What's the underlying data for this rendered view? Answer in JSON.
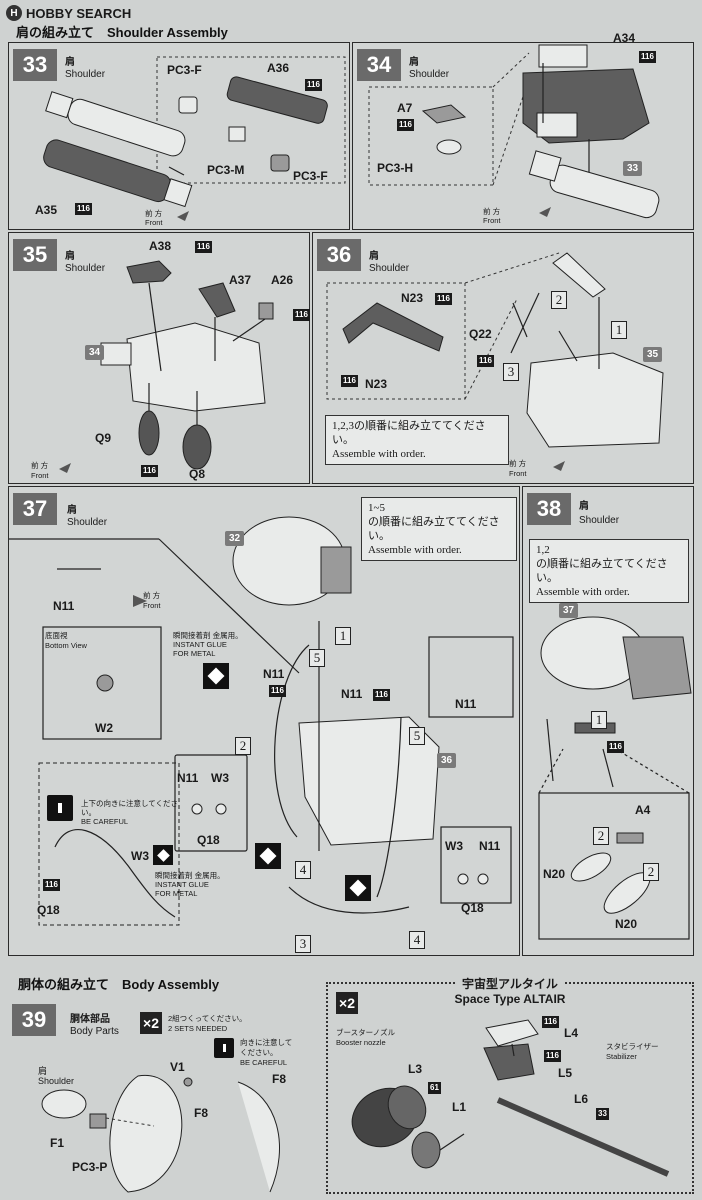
{
  "site": {
    "logo": "HOBBY SEARCH"
  },
  "sections": {
    "shoulder_title": "肩の組み立て　Shoulder Assembly",
    "body_title": "胴体の組み立て　Body Assembly"
  },
  "steps": {
    "s33": {
      "num": "33",
      "jp": "肩",
      "en": "Shoulder",
      "labels": {
        "pc3f_a": "PC3-F",
        "a36": "A36",
        "pc3m": "PC3-M",
        "pc3f_b": "PC3-F",
        "a35": "A35"
      },
      "front_jp": "前 方",
      "front_en": "Front"
    },
    "s34": {
      "num": "34",
      "jp": "肩",
      "en": "Shoulder",
      "labels": {
        "a7": "A7",
        "pc3h": "PC3-H",
        "a34": "A34",
        "c33": "33"
      },
      "front_jp": "前 方",
      "front_en": "Front"
    },
    "s35": {
      "num": "35",
      "jp": "肩",
      "en": "Shoulder",
      "labels": {
        "a38": "A38",
        "a37": "A37",
        "a26": "A26",
        "c34": "34",
        "q9": "Q9",
        "q8": "Q8"
      },
      "front_jp": "前 方",
      "front_en": "Front"
    },
    "s36": {
      "num": "36",
      "jp": "肩",
      "en": "Shoulder",
      "labels": {
        "n23a": "N23",
        "n23b": "N23",
        "q22": "Q22",
        "c35": "35",
        "o1": "1",
        "o2": "2",
        "o3": "3"
      },
      "note_jp": "1,2,3の順番に組み立ててください。",
      "note_en": "Assemble with order.",
      "front_jp": "前 方",
      "front_en": "Front"
    },
    "s37": {
      "num": "37",
      "jp": "肩",
      "en": "Shoulder",
      "note_jp1": "1~5",
      "note_jp2": "の順番に組み立ててください。",
      "note_en": "Assemble with order.",
      "labels": {
        "c32": "32",
        "n11a": "N11",
        "front_jp": "前 方",
        "front_en": "Front",
        "bottom_jp": "底面視",
        "bottom_en": "Bottom View",
        "w2": "W2",
        "glue_jp": "瞬間接着剤 金属用。",
        "glue_en1": "INSTANT GLUE",
        "glue_en2": "FOR METAL",
        "n11b": "N11",
        "n11c": "N11",
        "n11d": "N11",
        "c36": "36",
        "n11e": "N11",
        "w3a": "W3",
        "q18a": "Q18",
        "careful_jp": "上下の向きに注意してください。",
        "careful_en": "BE CAREFUL",
        "w3b": "W3",
        "q18b": "Q18",
        "glue2_jp": "瞬間接着剤 金属用。",
        "glue2_en1": "INSTANT GLUE",
        "glue2_en2": "FOR METAL",
        "w3c": "W3",
        "n11f": "N11",
        "q18c": "Q18",
        "o1": "1",
        "o2": "2",
        "o3": "3",
        "o4a": "4",
        "o4b": "4",
        "o5a": "5",
        "o5b": "5"
      }
    },
    "s38": {
      "num": "38",
      "jp": "肩",
      "en": "Shoulder",
      "note_jp1": "1,2",
      "note_jp2": "の順番に組み立ててください。",
      "note_en": "Assemble with order.",
      "labels": {
        "c37": "37",
        "a4": "A4",
        "n20a": "N20",
        "n20b": "N20",
        "o1": "1",
        "o2a": "2",
        "o2b": "2"
      }
    },
    "s39": {
      "num": "39",
      "jp": "胴体部品",
      "en": "Body Parts",
      "x2": "×2",
      "sets_jp": "2組つくってください。",
      "sets_en": "2 SETS NEEDED",
      "careful_jp1": "向きに注意して",
      "careful_jp2": "ください。",
      "careful_en": "BE CAREFUL",
      "labels": {
        "shoulder_jp": "肩",
        "shoulder_en": "Shoulder",
        "v1": "V1",
        "f8a": "F8",
        "f8b": "F8",
        "f1": "F1",
        "pc3p": "PC3-P"
      }
    },
    "altair": {
      "title_jp": "宇宙型アルタイル",
      "title_en": "Space Type ALTAIR",
      "x2": "×2",
      "labels": {
        "booster_jp": "ブースターノズル",
        "booster_en": "Booster nozzle",
        "l3": "L3",
        "l1": "L1",
        "l4": "L4",
        "l5": "L5",
        "l6": "L6",
        "stab_jp": "スタビライザー",
        "stab_en": "Stabilizer",
        "c61": "61",
        "c33": "33"
      }
    }
  },
  "part_code": "116"
}
